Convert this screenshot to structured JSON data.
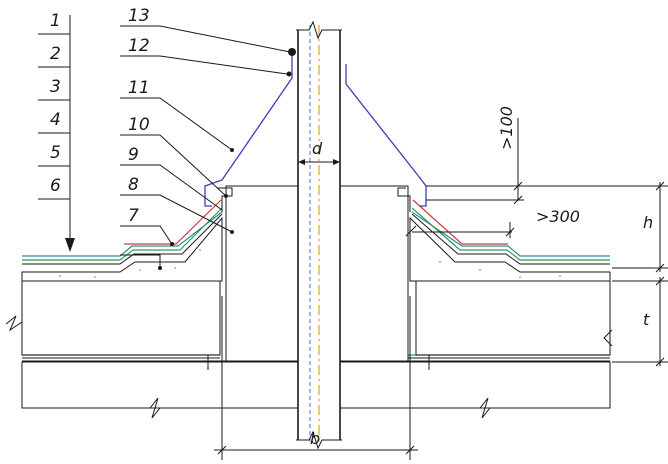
{
  "layer_labels": [
    "1",
    "2",
    "3",
    "4",
    "5",
    "6"
  ],
  "callouts": [
    "13",
    "12",
    "11",
    "10",
    "9",
    "8",
    "7"
  ],
  "dimensions": {
    "d": "d",
    "b": "b",
    "h": "h",
    "t": "t",
    "min_100": ">100",
    "min_300": ">300"
  },
  "colors": {
    "line": "#1a1a1a",
    "apron": "#3a3fb8",
    "insulation": "#f7e96a",
    "insulation_hatch": "#d8c200",
    "membrane_red": "#d23b3b",
    "membrane_green": "#2f9e5a",
    "membrane_teal": "#2a8f99",
    "pipe_axis": "#d88a00"
  }
}
